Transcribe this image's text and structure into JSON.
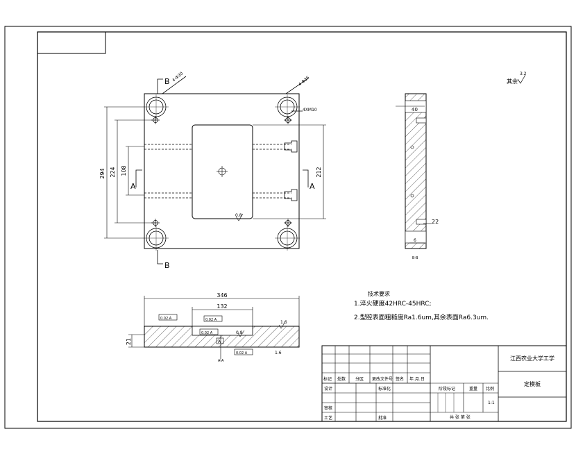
{
  "drawing": {
    "title_block": {
      "school": "江西农业大学工学",
      "part_name": "定模板",
      "labels": {
        "mark": "标记",
        "count": "处数",
        "zone": "分区",
        "change_doc": "更改文件号",
        "sign": "签名",
        "date": "年.月.日",
        "design": "设计",
        "standardize": "标准化",
        "stage_mark": "阶段标记",
        "weight": "重量",
        "scale": "比例",
        "review": "审核",
        "process": "工艺",
        "approve": "批准",
        "sheets": "共  张  第  张"
      },
      "scale_value": "1:1"
    },
    "roughness_other": "其余",
    "roughness_other_value": "3.2",
    "tech_req": {
      "heading": "技术要求",
      "line1": "1.淬火硬度42HRC-45HRC;",
      "line2": "2.型腔表面粗糙度Ra1.6um,其余表面Ra6.3um."
    },
    "top_view": {
      "hole_callout_1": "4-Φ30",
      "hole_callout_2": "4-Φ36",
      "thread_callout": "4XM10",
      "dim_height_overall": "294",
      "dim_height_inner": "224",
      "dim_height_mid": "108",
      "dim_height_right": "212",
      "section_a_left": "A",
      "section_a_right": "A",
      "section_b_top": "B",
      "section_b_bottom": "B",
      "roughness_cavity": "0.8"
    },
    "front_view": {
      "dim_length": "346",
      "dim_cavity": "132",
      "dim_thickness": "21",
      "tol_flat": "0.02 A",
      "tol_par": "0.02 A",
      "tol_bottom": "0.02 A",
      "roughness": "0.8",
      "roughness_right": "1.6",
      "datum": "A",
      "section_label": "A-A"
    },
    "side_view": {
      "dim_top": "40",
      "dim_right": "22",
      "dim_bottom": "6",
      "section_label": "B-B"
    }
  }
}
